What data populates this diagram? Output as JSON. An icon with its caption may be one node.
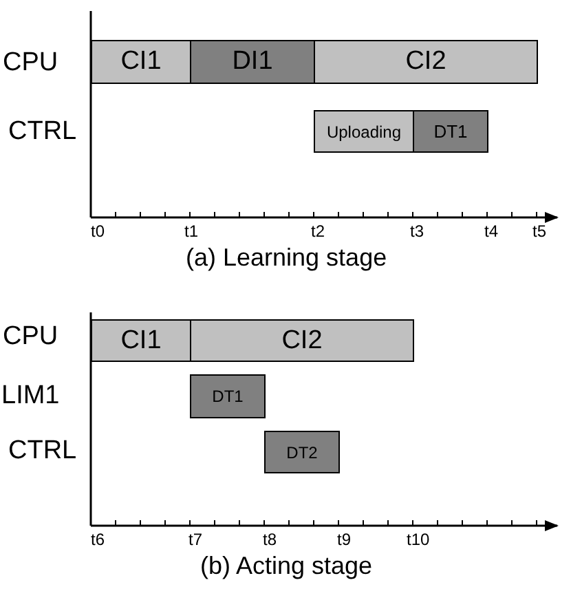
{
  "diagram": {
    "nodes": [
      {
        "text": [
          "CI1"
        ]
      },
      {
        "text": [
          "DI1"
        ]
      },
      {
        "text": [
          "CI2"
        ]
      },
      {
        "text": [
          "Uploading"
        ]
      },
      {
        "text": [
          "DT1"
        ]
      },
      {
        "text": [
          "CI1"
        ]
      },
      {
        "text": [
          "CI2"
        ]
      },
      {
        "text": [
          "DT1"
        ]
      },
      {
        "text": [
          "DT2"
        ]
      }
    ],
    "edges": [],
    "labels": [
      "CPU",
      "CTRL",
      "t0",
      "t1",
      "t2",
      "t3",
      "t4",
      "t5",
      "(a) Learning stage",
      "CPU",
      "LIM1",
      "CTRL",
      "t6",
      "t7",
      "t8",
      "t9",
      "t10",
      "(b) Acting stage"
    ]
  }
}
